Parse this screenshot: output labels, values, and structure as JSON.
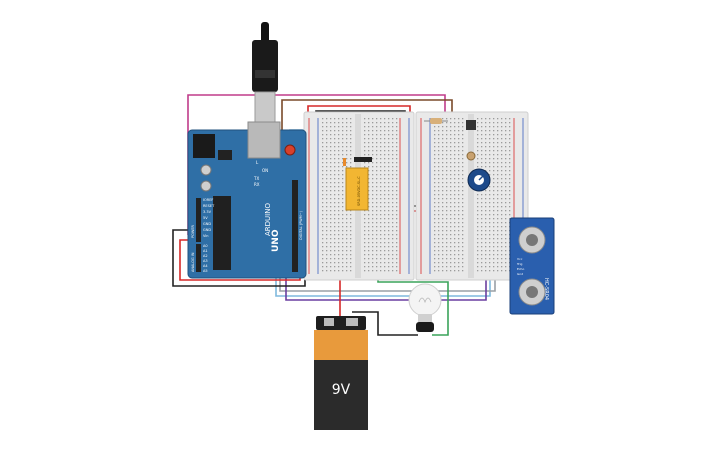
{
  "canvas": {
    "background": "#ffffff"
  },
  "arduino": {
    "board_color": "#2f6fa6",
    "logo_text": "ARDUINO",
    "model_text": "UNO",
    "power_header_labels": [
      "IOREF",
      "RESET",
      "3.3V",
      "5V",
      "GND",
      "GND",
      "Vin"
    ],
    "analog_header_labels": [
      "A0",
      "A1",
      "A2",
      "A3",
      "A4",
      "A5"
    ],
    "power_section_label": "POWER",
    "analog_section_label": "ANALOG IN",
    "digital_section_label": "DIGITAL (PWM~)",
    "on_label": "ON",
    "tx_label": "TX",
    "rx_label": "RX",
    "l_label": "L"
  },
  "relay": {
    "label": "SRD-05VDC-SL-C",
    "color": "#f2b632"
  },
  "ultrasonic": {
    "label": "HC-SR04",
    "pins": [
      "Vcc",
      "Trig",
      "Echo",
      "Gnd"
    ]
  },
  "battery": {
    "label": "9V",
    "body_color": "#2b2b2b",
    "cap_color": "#e89a3c"
  },
  "wires": {
    "magenta": "#c03c8a",
    "brown": "#7a4a2a",
    "red": "#d62828",
    "black": "#222222",
    "lightblue": "#7fb9de",
    "green": "#3aa35a",
    "purple": "#6a3fa0",
    "gray": "#9aa0a6"
  }
}
